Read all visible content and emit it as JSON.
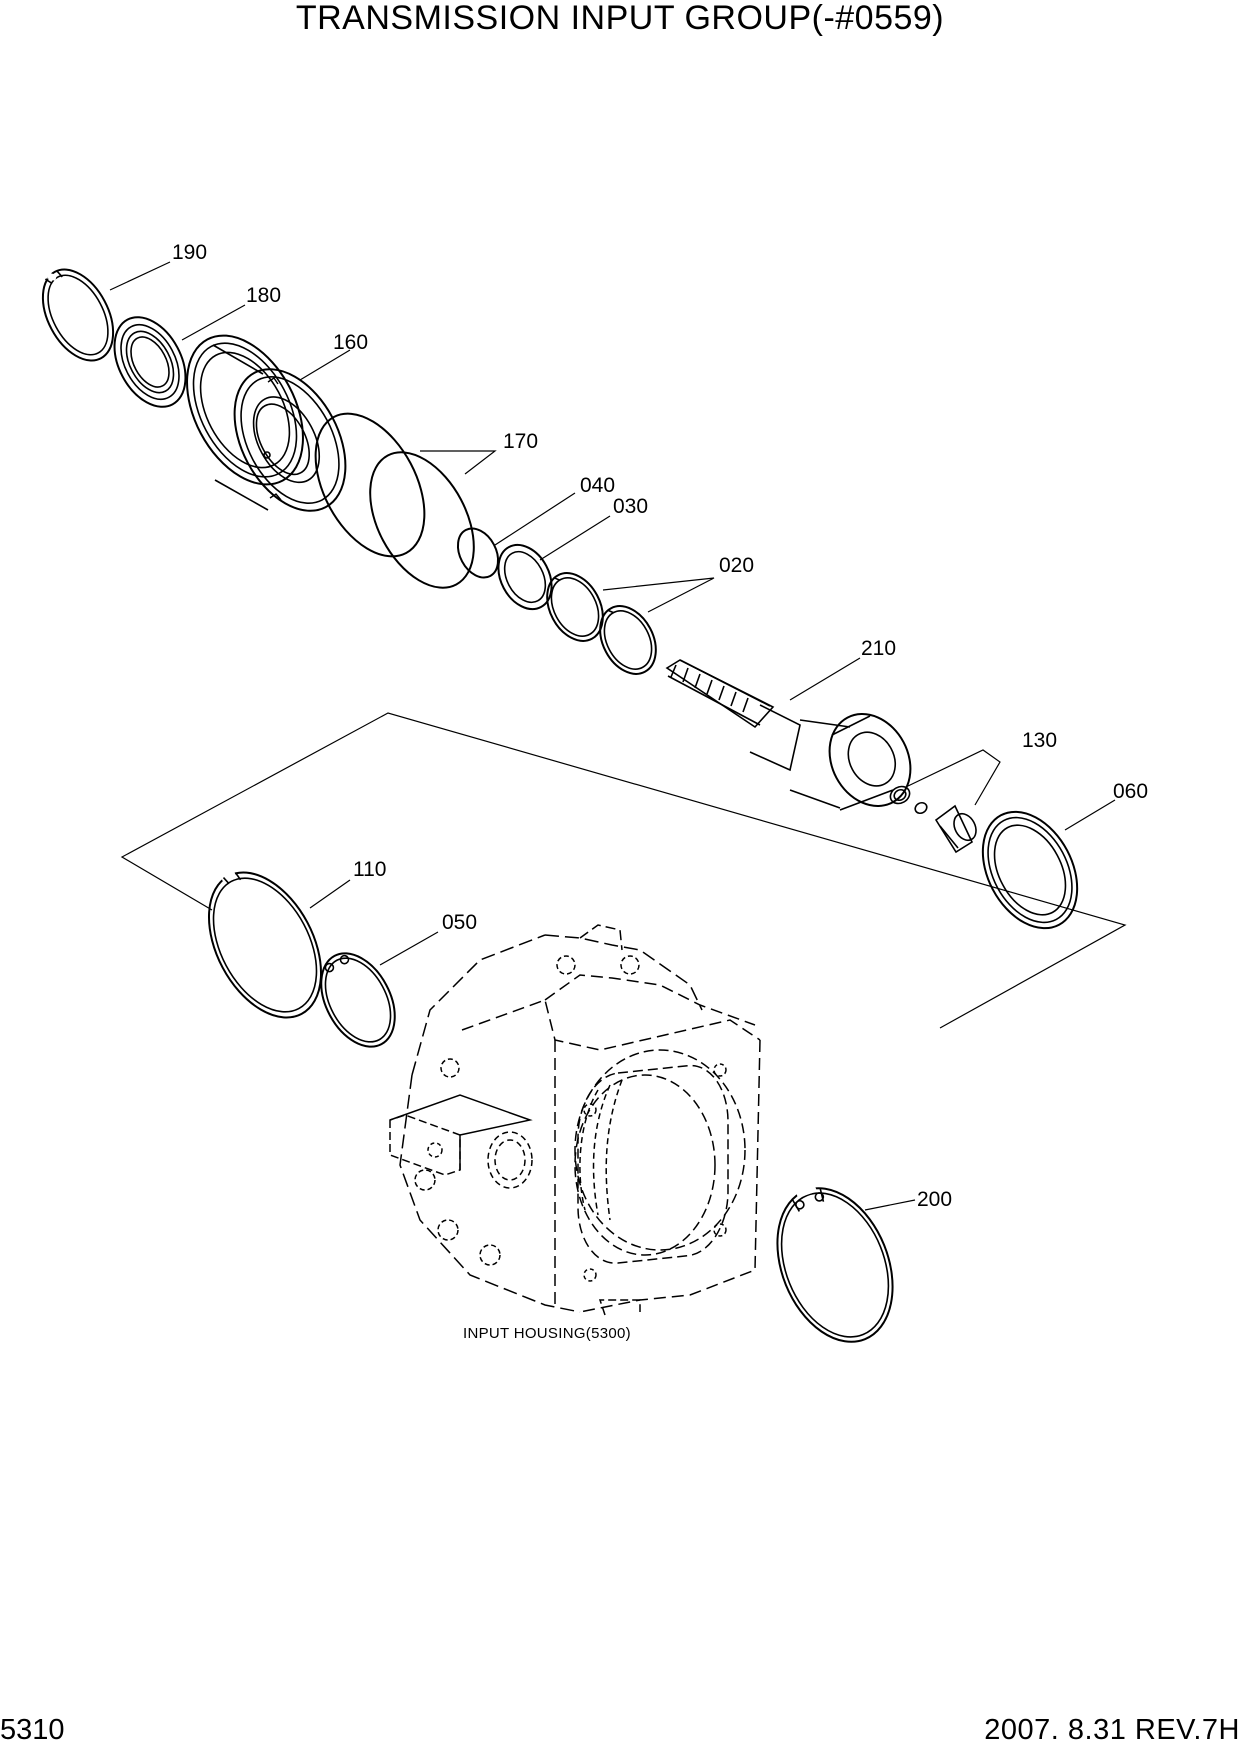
{
  "title": "TRANSMISSION INPUT GROUP(-#0559)",
  "footer": {
    "page_number": "5310",
    "revision": "2007.  8.31  REV.7H"
  },
  "callouts": {
    "p190": "190",
    "p180": "180",
    "p160": "160",
    "p170": "170",
    "p040": "040",
    "p030": "030",
    "p020": "020",
    "p210": "210",
    "p130": "130",
    "p060": "060",
    "p110": "110",
    "p050": "050",
    "p200": "200"
  },
  "notes": {
    "input_housing": "INPUT HOUSING(5300)"
  }
}
